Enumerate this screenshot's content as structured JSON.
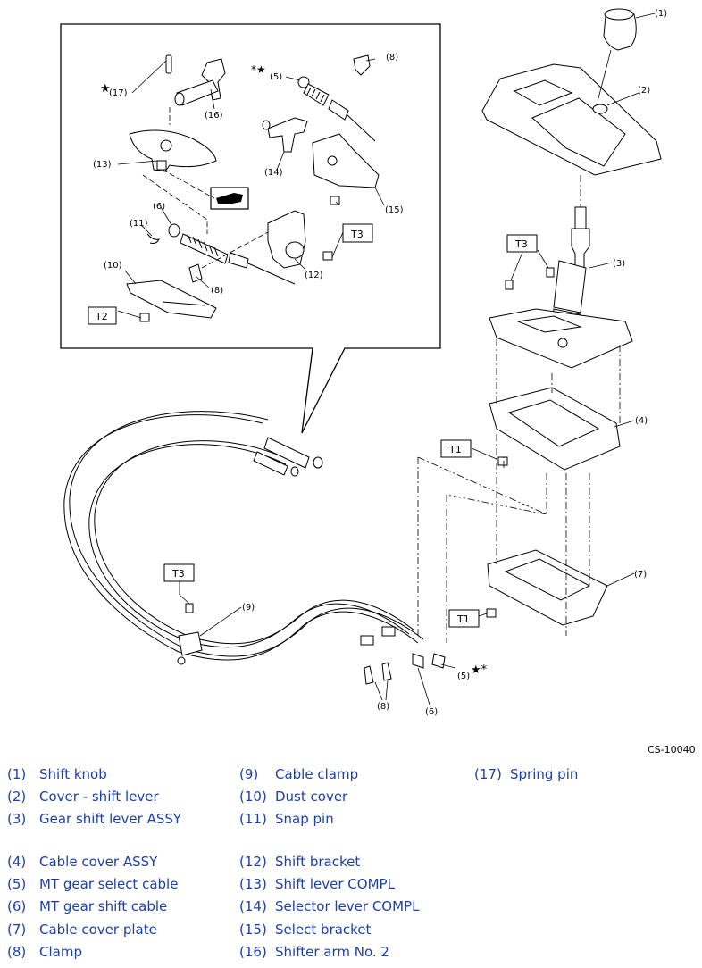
{
  "reference_code": "CS-10040",
  "callouts": {
    "c1": "(1)",
    "c2": "(2)",
    "c3": "(3)",
    "c4": "(4)",
    "c5a": "(5)",
    "c5b": "(5)",
    "c6a": "(6)",
    "c6b": "(6)",
    "c7": "(7)",
    "c8a": "(8)",
    "c8b": "(8)",
    "c8c": "(8)",
    "c9": "(9)",
    "c10": "(10)",
    "c11": "(11)",
    "c12": "(12)",
    "c13": "(13)",
    "c14": "(14)",
    "c15": "(15)",
    "c16": "(16)",
    "c17": "(17)"
  },
  "torque_labels": {
    "t1_upper": "T1",
    "t1_lower": "T1",
    "t2": "T2",
    "t3_inset": "T3",
    "t3_right": "T3",
    "t3_left": "T3"
  },
  "marks": {
    "star_17": "★",
    "star_5_inset": "*★",
    "star_5_main": "★*"
  },
  "legend": [
    {
      "num": "(1)",
      "name": "Shift knob"
    },
    {
      "num": "(2)",
      "name": "Cover - shift lever"
    },
    {
      "num": "(3)",
      "name": "Gear shift lever ASSY"
    },
    {
      "num": "(4)",
      "name": "Cable cover ASSY"
    },
    {
      "num": "(5)",
      "name": "MT gear select cable"
    },
    {
      "num": "(6)",
      "name": "MT gear shift cable"
    },
    {
      "num": "(7)",
      "name": "Cable cover plate"
    },
    {
      "num": "(8)",
      "name": "Clamp"
    },
    {
      "num": "(9)",
      "name": "Cable clamp"
    },
    {
      "num": "(10)",
      "name": "Dust cover"
    },
    {
      "num": "(11)",
      "name": "Snap pin"
    },
    {
      "num": "(12)",
      "name": "Shift bracket"
    },
    {
      "num": "(13)",
      "name": "Shift lever COMPL"
    },
    {
      "num": "(14)",
      "name": "Selector lever COMPL"
    },
    {
      "num": "(15)",
      "name": "Select bracket"
    },
    {
      "num": "(16)",
      "name": "Shifter arm No. 2"
    },
    {
      "num": "(17)",
      "name": "Spring pin"
    }
  ]
}
